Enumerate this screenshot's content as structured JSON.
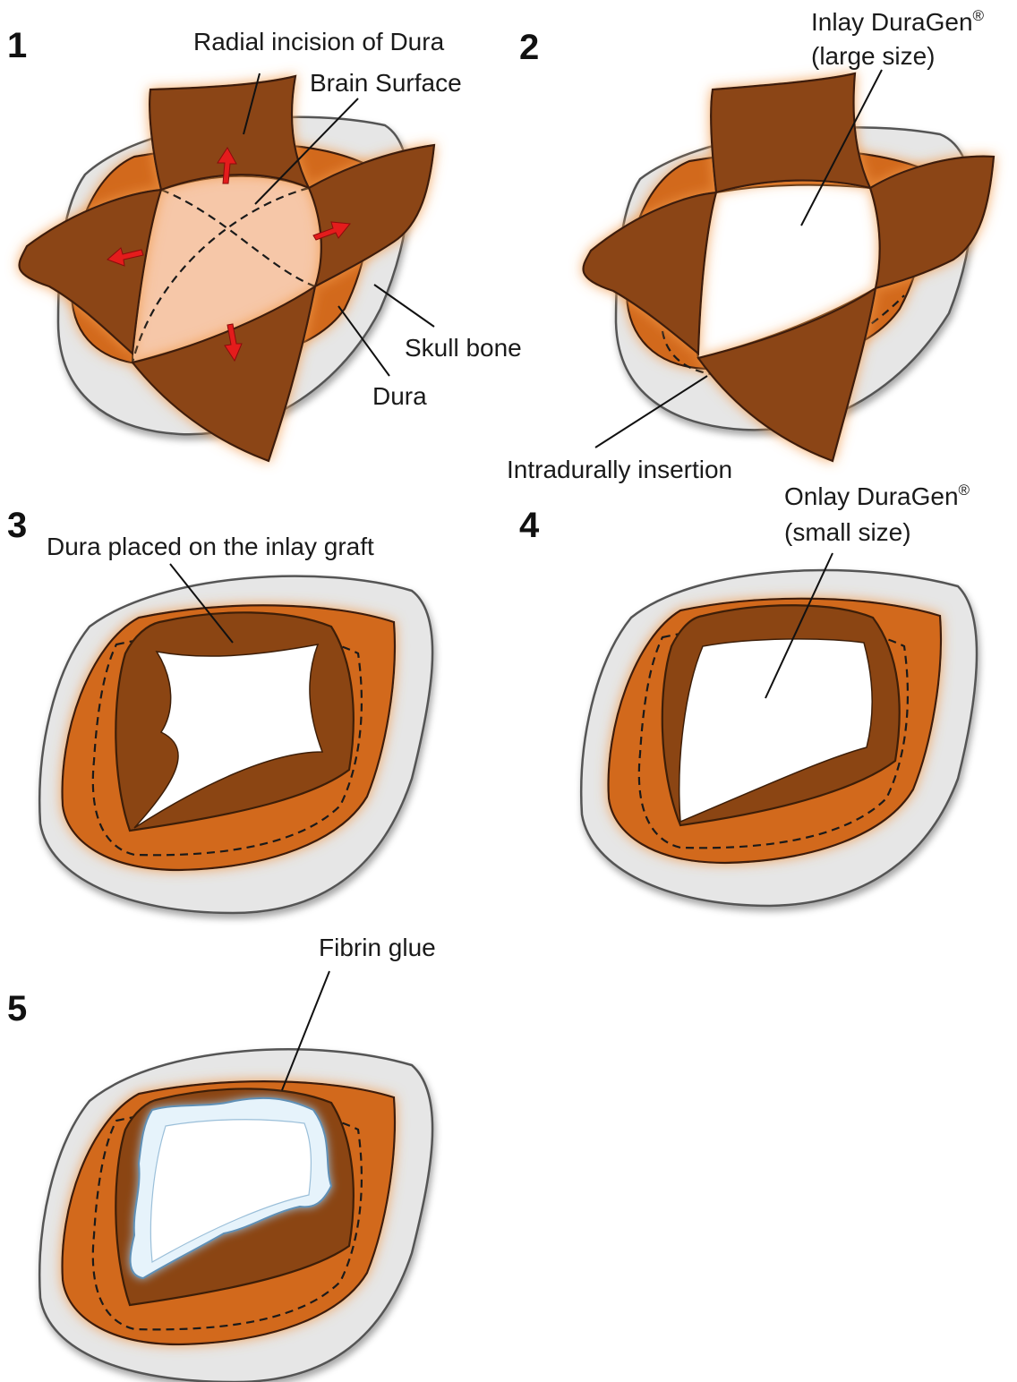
{
  "colors": {
    "skull": "#e6e6e6",
    "dura": "#d2691e",
    "flap": "#8b4513",
    "brain": "#f6c7a8",
    "graft": "#ffffff",
    "fibrin": "#e6f3fb",
    "arrow": "#e41c1c"
  },
  "panels": [
    {
      "number": "1"
    },
    {
      "number": "2"
    },
    {
      "number": "3"
    },
    {
      "number": "4"
    },
    {
      "number": "5"
    }
  ],
  "labels": {
    "radial_incision": "Radial incision of Dura",
    "brain_surface": "Brain Surface",
    "skull_bone": "Skull bone",
    "dura": "Dura",
    "inlay_line1": "Inlay DuraGen",
    "inlay_line2": "(large size)",
    "intradural": "Intradurally insertion",
    "dura_placed": "Dura placed on the inlay graft",
    "onlay_line1": "Onlay DuraGen",
    "onlay_line2": "(small size)",
    "fibrin_glue": "Fibrin glue",
    "registered_mark": "®"
  },
  "icons": [
    "arrow-icon"
  ]
}
